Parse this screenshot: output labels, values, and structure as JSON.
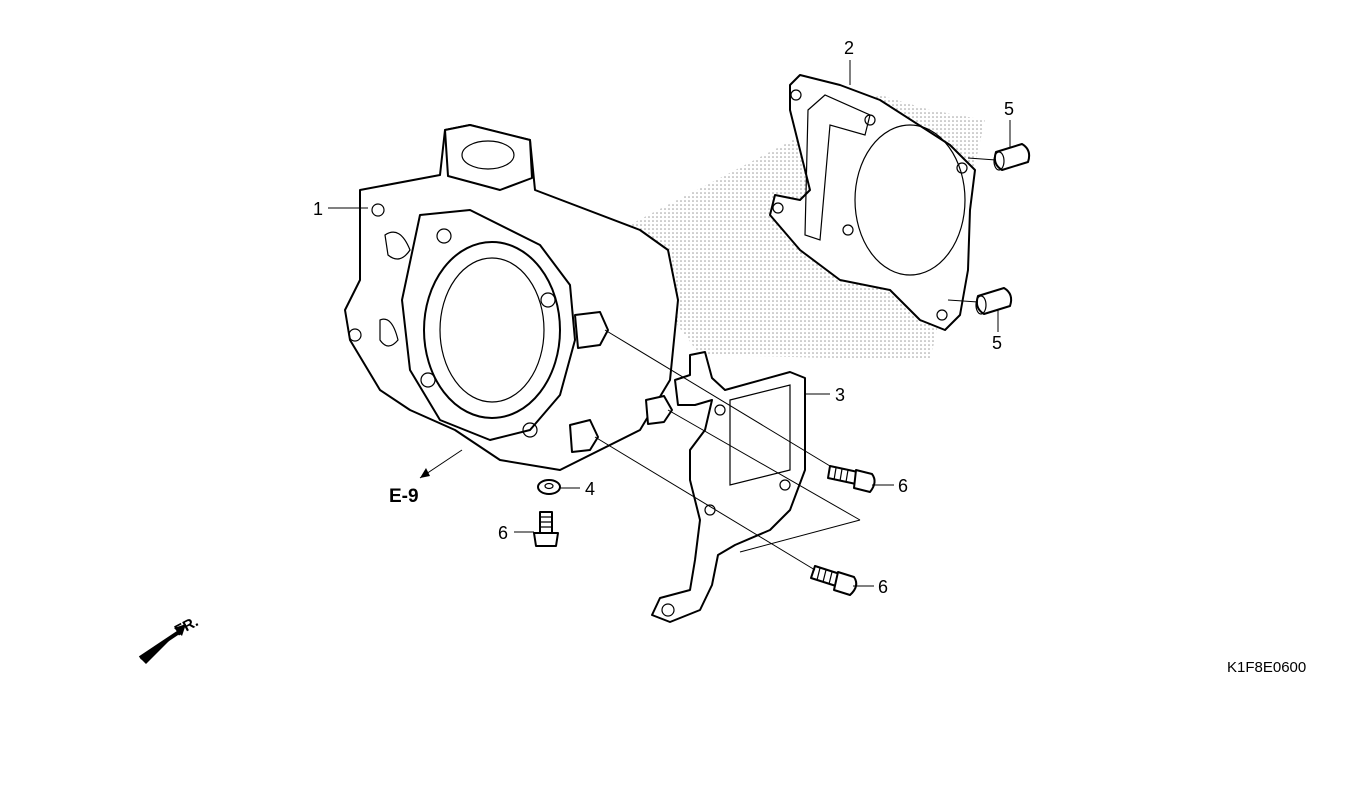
{
  "diagram": {
    "callouts": [
      {
        "id": "1",
        "label": "1",
        "part": "cylinder"
      },
      {
        "id": "2",
        "label": "2",
        "part": "cylinder-gasket"
      },
      {
        "id": "3",
        "label": "3",
        "part": "bracket"
      },
      {
        "id": "4",
        "label": "4",
        "part": "washer"
      },
      {
        "id": "5a",
        "label": "5",
        "part": "dowel-pin-upper"
      },
      {
        "id": "5b",
        "label": "5",
        "part": "dowel-pin-lower"
      },
      {
        "id": "6a",
        "label": "6",
        "part": "bolt-left"
      },
      {
        "id": "6b",
        "label": "6",
        "part": "bolt-upper-right"
      },
      {
        "id": "6c",
        "label": "6",
        "part": "bolt-lower-right"
      }
    ],
    "reference": "E-9",
    "front_indicator": "FR.",
    "diagram_code": "K1F8E0600"
  }
}
